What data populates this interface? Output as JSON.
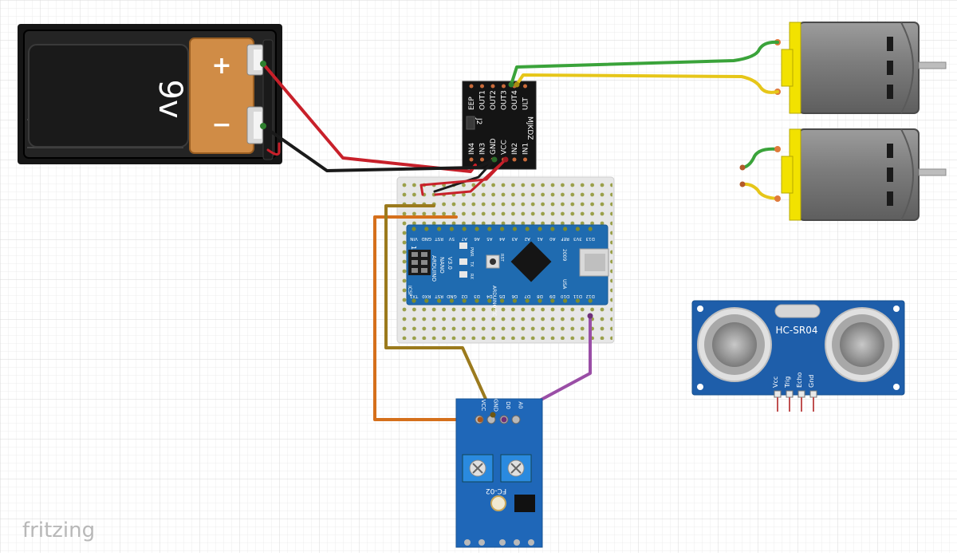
{
  "app": {
    "watermark": "fritzing"
  },
  "battery": {
    "voltage": "9v",
    "plus": "+",
    "minus": "−"
  },
  "driver": {
    "pins_top": [
      "EEP",
      "OUT1",
      "OUT2",
      "OUT3",
      "OUT4",
      "ULT"
    ],
    "pins_bottom": [
      "IN4",
      "IN3",
      "GND",
      "VCC",
      "IN2",
      "IN1"
    ],
    "jumper": "J2",
    "model": "MJKDZ"
  },
  "arduino": {
    "name": "ARDUINO",
    "model": "NANO",
    "version": "V3.0",
    "site": "ARDUINO.CC",
    "year": "2009",
    "country": "USA",
    "icsp": "ICSP",
    "rst": "RST",
    "pwr": "PWR",
    "tx": "TX",
    "rx": "RX",
    "one": "1",
    "pins_top": [
      "VIN",
      "GND",
      "RST",
      "5V",
      "A7",
      "A6",
      "A5",
      "A4",
      "A3",
      "A2",
      "A1",
      "A0",
      "REF",
      "3V3",
      "D13"
    ],
    "pins_bottom": [
      "TX1",
      "RX0",
      "RST",
      "GND",
      "D2",
      "D3",
      "D4",
      "D5",
      "D6",
      "D7",
      "D8",
      "D9",
      "D10",
      "D11",
      "D12"
    ]
  },
  "ultrasonic": {
    "label": "HC-SR04",
    "pins": [
      "Vcc",
      "Trig",
      "Echo",
      "Gnd"
    ]
  },
  "sensor": {
    "label": "FC-02",
    "pins": [
      "VCC",
      "GND",
      "D0",
      "A0"
    ]
  },
  "colors": {
    "wire_red": "#c8202a",
    "wire_black": "#1a1a1a",
    "wire_green": "#3aa33a",
    "wire_yellow": "#e6c619",
    "wire_orange": "#d5701c",
    "wire_olive": "#9b7a1d",
    "wire_purple": "#9a4ea6",
    "board_blue": "#1f6bb0",
    "sonar_blue": "#1e5eaa",
    "sensor_blue": "#1f67b8",
    "motor_yellow": "#f2e200"
  }
}
